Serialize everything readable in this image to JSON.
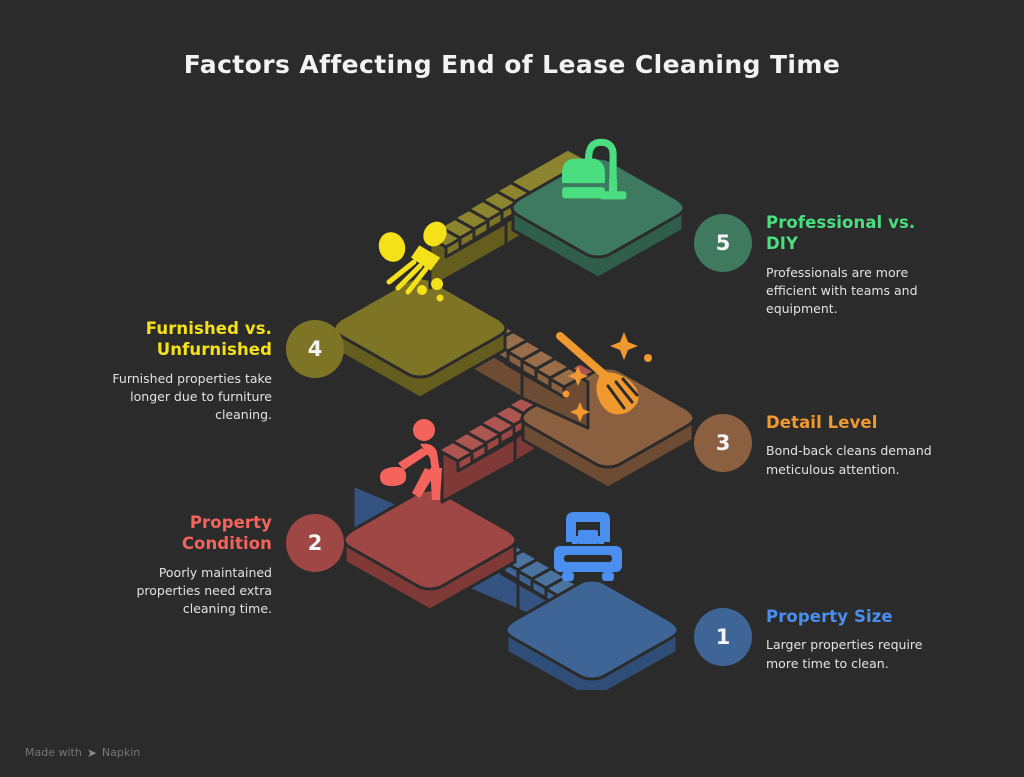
{
  "title": "Factors Affecting End of Lease Cleaning Time",
  "background_color": "#2b2b2b",
  "steps": [
    {
      "number": "5",
      "heading": "Professional vs. DIY",
      "description": "Professionals are more efficient with teams and equipment.",
      "side": "right",
      "heading_color": "#4ade80",
      "circle_color": "#3f7a5f",
      "platform_color": "#3e7a62",
      "icon": "vacuum-cleaner-icon",
      "icon_color": "#4ade80"
    },
    {
      "number": "4",
      "heading": "Furnished vs. Unfurnished",
      "description": "Furnished properties take longer due to furniture cleaning.",
      "side": "left",
      "heading_color": "#f5e119",
      "circle_color": "#7d7426",
      "platform_color": "#7d7426",
      "icon": "duster-brush-icon",
      "icon_color": "#f5e119"
    },
    {
      "number": "3",
      "heading": "Detail Level",
      "description": "Bond-back cleans demand meticulous attention.",
      "side": "right",
      "heading_color": "#f0992e",
      "circle_color": "#8a6040",
      "platform_color": "#8a6040",
      "icon": "broom-sparkle-icon",
      "icon_color": "#f0992e"
    },
    {
      "number": "2",
      "heading": "Property Condition",
      "description": "Poorly maintained properties need extra cleaning time.",
      "side": "left",
      "heading_color": "#f4645c",
      "circle_color": "#9e4744",
      "platform_color": "#9e4744",
      "icon": "person-mopping-icon",
      "icon_color": "#f4645c"
    },
    {
      "number": "1",
      "heading": "Property Size",
      "description": "Larger properties require more time to clean.",
      "side": "right",
      "heading_color": "#4a8ff0",
      "circle_color": "#3f6496",
      "platform_color": "#3f6496",
      "icon": "cleaning-cart-icon",
      "icon_color": "#4a8ff0"
    }
  ],
  "footer": {
    "prefix": "Made with",
    "brand": "Napkin",
    "glyph": "➤"
  }
}
